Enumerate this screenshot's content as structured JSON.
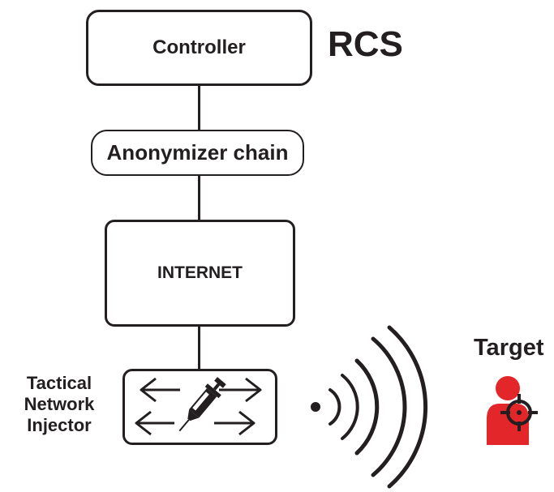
{
  "diagram": {
    "controller": {
      "label": "Controller"
    },
    "system_label": "RCS",
    "anonymizer": {
      "label": "Anonymizer chain"
    },
    "internet": {
      "label": "INTERNET"
    },
    "injector": {
      "label_lines": [
        "Tactical",
        "Network",
        "Injector"
      ]
    },
    "target": {
      "label": "Target"
    },
    "icons": [
      "arrow-icon",
      "syringe-icon",
      "wireless-signal-icon",
      "target-person-icon",
      "crosshair-icon"
    ],
    "colors": {
      "stroke": "#231f20",
      "target_red": "#e3262a"
    }
  }
}
